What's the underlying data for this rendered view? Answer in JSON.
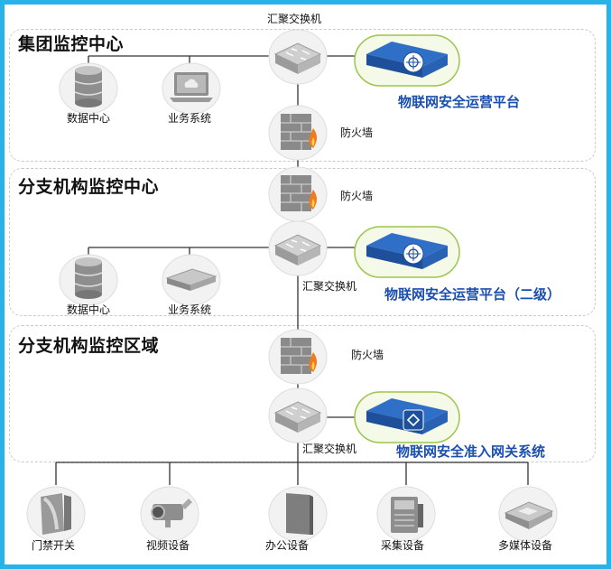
{
  "top_label": "汇聚交换机",
  "zones": [
    {
      "title": "集团监控中心"
    },
    {
      "title": "分支机构监控中心"
    },
    {
      "title": "分支机构监控区域"
    }
  ],
  "labels": {
    "datacenter": "数据中心",
    "business": "业务系统",
    "firewall": "防火墙",
    "switch": "汇聚交换机"
  },
  "platforms": {
    "p1": "物联网安全运营平台",
    "p2": "物联网安全运营平台（二级）",
    "p3": "物联网安全准入网关系统"
  },
  "endpoints": [
    "门禁开关",
    "视频设备",
    "办公设备",
    "采集设备",
    "多媒体设备"
  ],
  "colors": {
    "border": "#27b3ea",
    "accent_text": "#1a4fb0"
  }
}
